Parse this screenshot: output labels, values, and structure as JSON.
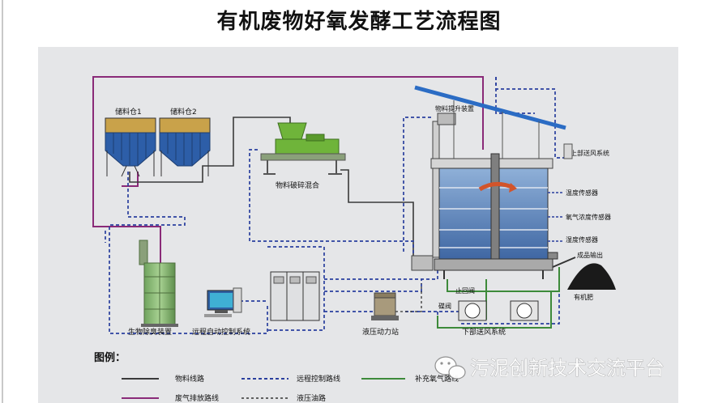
{
  "title": "有机废物好氧发酵工艺流程图",
  "colors": {
    "material_line": "#3a3a3a",
    "exhaust_line": "#8a2a78",
    "control_line": "#2a3f9e",
    "oxygen_line": "#3d8a3a",
    "hydraulic_line": "#333333",
    "hopper_top": "#c9a24a",
    "hopper_body": "#2d5ea8",
    "crusher": "#6fb43a",
    "tank_water": "#5f84b8",
    "roof": "#2b6cc4",
    "biofilter": "#8cc07a"
  },
  "labels": {
    "silo1": "储料仓1",
    "silo2": "储料仓2",
    "crusher": "物料破碎混合",
    "lift": "物料提升装置",
    "upper_air": "上部送风系统",
    "temp_sensor": "温度传感器",
    "oxygen_sensor": "氧气浓度传感器",
    "humidity_sensor": "湿度传感器",
    "output": "成品输出",
    "organic_fertilizer": "有机肥",
    "stop_valve": "止回阀",
    "valve": "碟阀",
    "lower_air": "下部送风系统",
    "hydraulic": "液压动力站",
    "remote_control": "远程自动控制系统",
    "deodorizer": "生物除臭装置"
  },
  "legend": {
    "title": "图例：",
    "items": [
      {
        "label": "物料线路"
      },
      {
        "label": "远程控制路线"
      },
      {
        "label": "补充氧气路线"
      },
      {
        "label": "废气排放路线"
      },
      {
        "label": "液压油路"
      }
    ]
  },
  "watermark": {
    "text": "污泥创新技术交流平台",
    "icon": "wechat-icon"
  }
}
